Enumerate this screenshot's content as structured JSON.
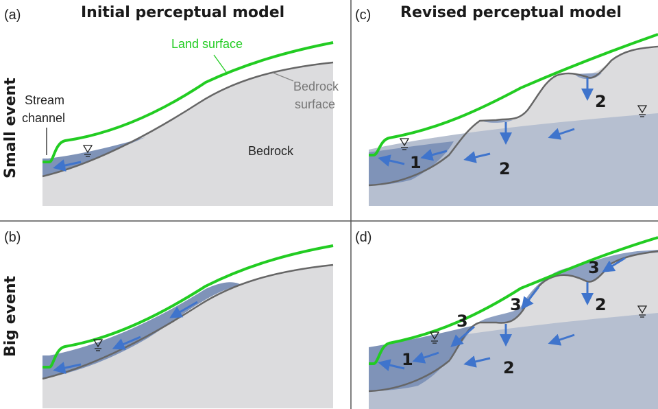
{
  "panels": {
    "a": "(a)",
    "b": "(b)",
    "c": "(c)",
    "d": "(d)"
  },
  "titles": {
    "initial": "Initial perceptual model",
    "revised": "Revised perceptual model"
  },
  "rows": {
    "small": "Small event",
    "big": "Big event"
  },
  "labels": {
    "land_surface": "Land surface",
    "bedrock_surface_line1": "Bedrock",
    "bedrock_surface_line2": "surface",
    "bedrock": "Bedrock",
    "stream_line1": "Stream",
    "stream_line2": "channel"
  },
  "flow_numbers": {
    "one": "1",
    "two": "2",
    "three": "3"
  },
  "colors": {
    "land": "#22cc22",
    "bedrock_line": "#666666",
    "bedrock_fill": "#dcdcde",
    "water": "#7f93b8",
    "arrow": "#3f74cc"
  }
}
